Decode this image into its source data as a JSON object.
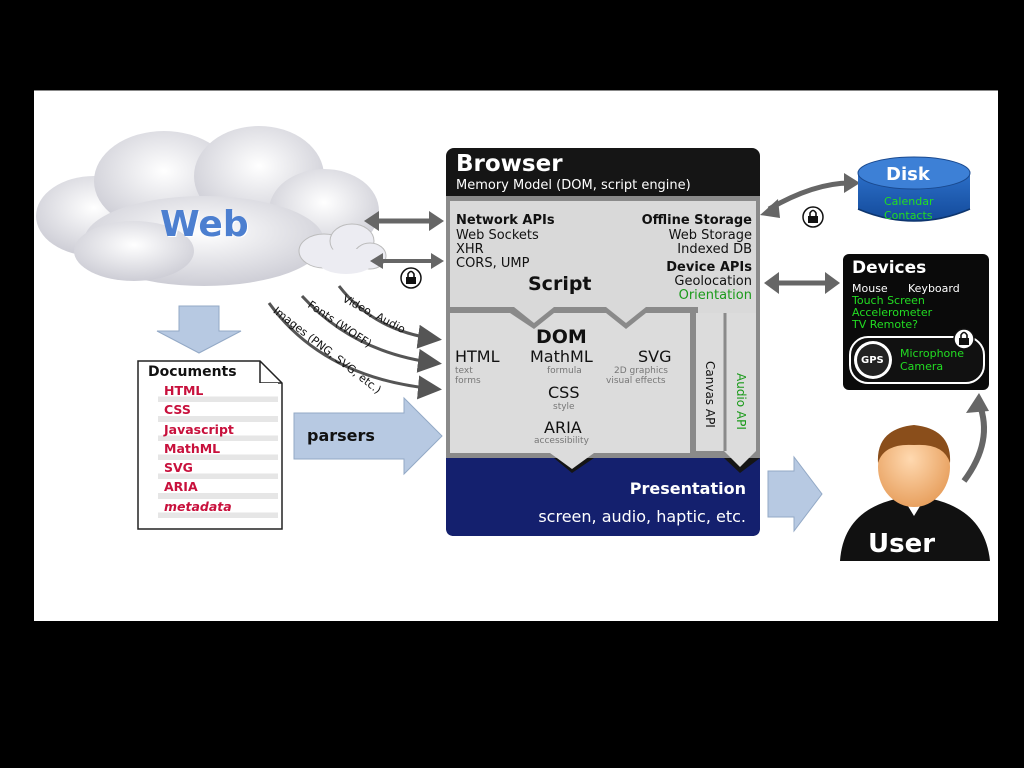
{
  "web": {
    "label": "Web"
  },
  "documents": {
    "title": "Documents",
    "items": [
      "HTML",
      "CSS",
      "Javascript",
      "MathML",
      "SVG",
      "ARIA",
      "metadata"
    ]
  },
  "flows": {
    "video_audio": "Video, Audio",
    "fonts": "Fonts (WOFF)",
    "images": "Images (PNG, SVG, etc.)",
    "parsers": "parsers"
  },
  "browser": {
    "title": "Browser",
    "subtitle": "Memory Model (DOM, script engine)",
    "network": {
      "title": "Network APIs",
      "items": [
        "Web Sockets",
        "XHR",
        "CORS, UMP"
      ]
    },
    "offline": {
      "title": "Offline Storage",
      "items": [
        "Web Storage",
        "Indexed DB"
      ]
    },
    "device_apis": {
      "title": "Device APIs",
      "items": [
        "Geolocation",
        "Orientation"
      ]
    },
    "script": "Script",
    "dom": {
      "title": "DOM",
      "html": {
        "label": "HTML",
        "sub1": "text",
        "sub2": "forms"
      },
      "mathml": {
        "label": "MathML",
        "sub": "formula"
      },
      "svg": {
        "label": "SVG",
        "sub1": "2D graphics",
        "sub2": "visual effects"
      },
      "css": {
        "label": "CSS",
        "sub": "style"
      },
      "aria": {
        "label": "ARIA",
        "sub": "accessibility"
      }
    },
    "canvas_api": "Canvas API",
    "audio_api": "Audio API",
    "presentation": {
      "title": "Presentation",
      "subtitle": "screen, audio, haptic, etc."
    }
  },
  "disk": {
    "title": "Disk",
    "items": [
      "Calendar",
      "Contacts"
    ]
  },
  "devices": {
    "title": "Devices",
    "line1a": "Mouse",
    "line1b": "Keyboard",
    "green": [
      "Touch Screen",
      "Accelerometer",
      "TV Remote?"
    ],
    "gps": "GPS",
    "media": [
      "Microphone",
      "Camera"
    ]
  },
  "user": {
    "label": "User"
  },
  "colors": {
    "navy": "#14206e",
    "dark_grey": "#8a8a8a",
    "panel_grey": "#d9d9d9",
    "green": "#1a9a1a",
    "bright_green": "#22dd22",
    "doc_red": "#c8103c",
    "arrow_blue": "#b7c9e2",
    "disk_blue": "#1f5fb8",
    "cloud_text_blue": "#4c7fd0"
  },
  "icons": [
    "cloud",
    "lock-icon",
    "arrow-double",
    "disk-cylinder",
    "user-avatar",
    "document-page",
    "gps-badge"
  ]
}
